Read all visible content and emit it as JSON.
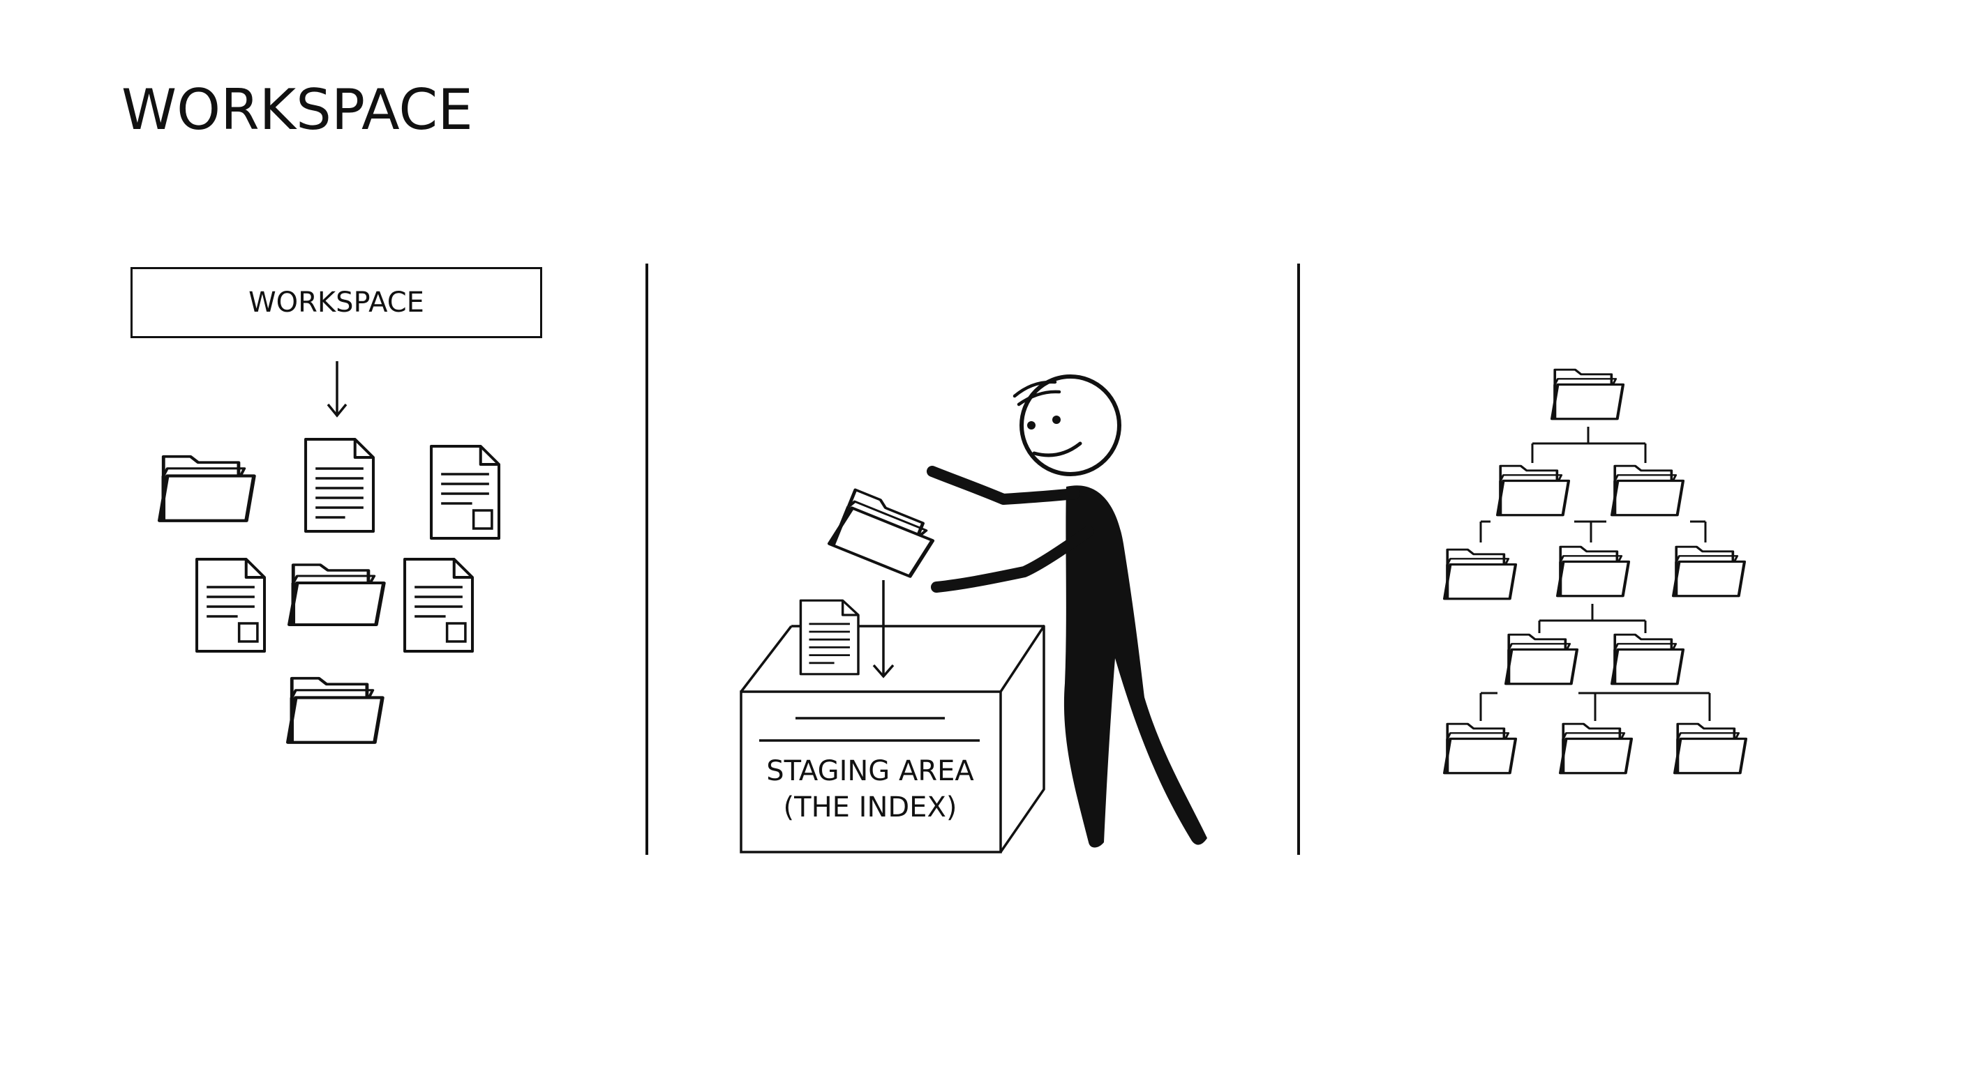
{
  "title": "WORKSPACE",
  "left_panel": {
    "box_label": "WORKSPACE"
  },
  "middle_panel": {
    "box_label_line1": "STAGING AREA",
    "box_label_line2": "(THE INDEX)"
  },
  "icons": {
    "folder": "folder-icon",
    "document": "document-icon",
    "figure": "stick-figure",
    "box": "staging-box"
  },
  "colors": {
    "ink": "#111111",
    "background": "#ffffff"
  }
}
